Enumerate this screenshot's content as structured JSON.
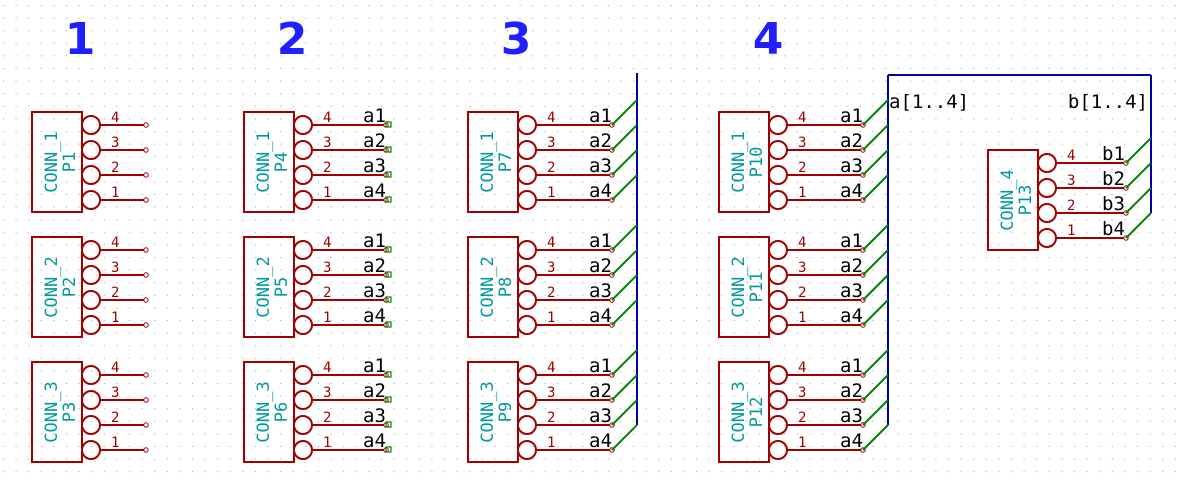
{
  "section_titles": [
    "1",
    "2",
    "3",
    "4"
  ],
  "components": [
    {
      "value": "CONN_1",
      "ref": "P1"
    },
    {
      "value": "CONN_2",
      "ref": "P2"
    },
    {
      "value": "CONN_3",
      "ref": "P3"
    },
    {
      "value": "CONN_1",
      "ref": "P4"
    },
    {
      "value": "CONN_2",
      "ref": "P5"
    },
    {
      "value": "CONN_3",
      "ref": "P6"
    },
    {
      "value": "CONN_1",
      "ref": "P7"
    },
    {
      "value": "CONN_2",
      "ref": "P8"
    },
    {
      "value": "CONN_3",
      "ref": "P9"
    },
    {
      "value": "CONN_1",
      "ref": "P10"
    },
    {
      "value": "CONN_2",
      "ref": "P11"
    },
    {
      "value": "CONN_3",
      "ref": "P12"
    },
    {
      "value": "CONN_4",
      "ref": "P13"
    }
  ],
  "pin_numbers": [
    "4",
    "3",
    "2",
    "1"
  ],
  "net_labels_a": [
    "a1",
    "a2",
    "a3",
    "a4"
  ],
  "net_labels_b": [
    "b1",
    "b2",
    "b3",
    "b4"
  ],
  "bus_labels": [
    "a[1..4]",
    "b[1..4]"
  ],
  "colors": {
    "component_outline": "#a00000",
    "reference_text": "#009a9a",
    "wire": "#008000",
    "bus": "#0000a0",
    "title": "#1f1fff",
    "grid": "#9a9a9a"
  }
}
